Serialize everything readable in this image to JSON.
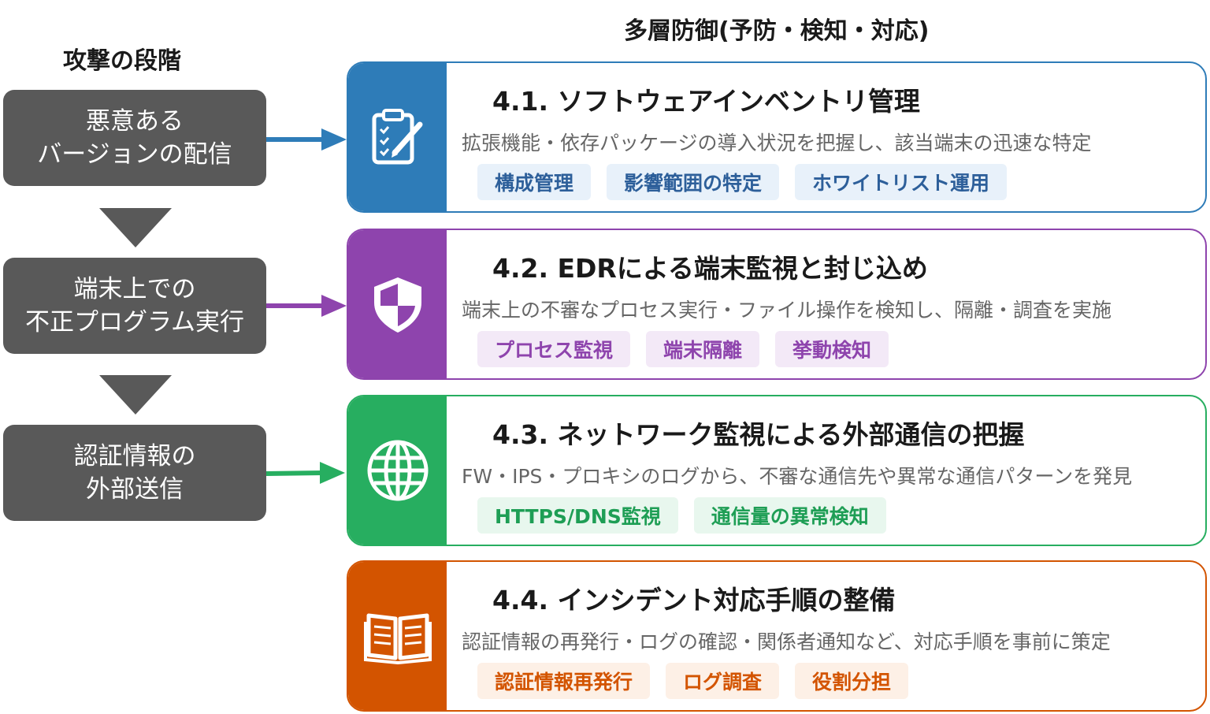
{
  "headings": {
    "attack_stages": "攻撃の段階",
    "defense": "多層防御(予防・検知・対応)"
  },
  "stages": [
    {
      "lines": [
        "悪意ある",
        "バージョンの配信"
      ]
    },
    {
      "lines": [
        "端末上での",
        "不正プログラム実行"
      ]
    },
    {
      "lines": [
        "認証情報の",
        "外部送信"
      ]
    }
  ],
  "cards": [
    {
      "title": "4.1. ソフトウェアインベントリ管理",
      "description": "拡張機能・依存パッケージの導入状況を把握し、該当端末の迅速な特定",
      "tags": [
        "構成管理",
        "影響範囲の特定",
        "ホワイトリスト運用"
      ],
      "icon": "clipboard-icon",
      "color": "#2e7cb8"
    },
    {
      "title": "4.2. EDRによる端末監視と封じ込め",
      "description": "端末上の不審なプロセス実行・ファイル操作を検知し、隔離・調査を実施",
      "tags": [
        "プロセス監視",
        "端末隔離",
        "挙動検知"
      ],
      "icon": "shield-icon",
      "color": "#8e44ad"
    },
    {
      "title": "4.3. ネットワーク監視による外部通信の把握",
      "description": "FW・IPS・プロキシのログから、不審な通信先や異常な通信パターンを発見",
      "tags": [
        "HTTPS/DNS監視",
        "通信量の異常検知"
      ],
      "icon": "globe-icon",
      "color": "#27ae60"
    },
    {
      "title": "4.4. インシデント対応手順の整備",
      "description": "認証情報の再発行・ログの確認・関係者通知など、対応手順を事前に策定",
      "tags": [
        "認証情報再発行",
        "ログ調査",
        "役割分担"
      ],
      "icon": "open-book-icon",
      "color": "#d35400"
    }
  ]
}
